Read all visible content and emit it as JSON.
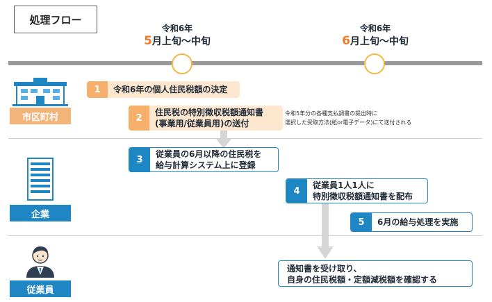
{
  "header": {
    "title": "処理フロー"
  },
  "timeline": [
    {
      "year": "令和6年",
      "month": "5",
      "period": "月上旬〜中旬"
    },
    {
      "year": "令和6年",
      "month": "6",
      "period": "月上旬〜中旬"
    }
  ],
  "actors": {
    "city": "市区町村",
    "company": "企業",
    "employee": "従業員"
  },
  "steps": [
    {
      "number": "1",
      "lines": [
        "令和6年の個人住民税額の決定"
      ]
    },
    {
      "number": "2",
      "lines": [
        "住民税の特別徴収税額通知書",
        "(事業用/従業員用)の送付"
      ]
    },
    {
      "number": "3",
      "lines": [
        "従業員の6月以降の住民税を",
        "給与計算システム上に登録"
      ]
    },
    {
      "number": "4",
      "lines": [
        "従業員1人1人に",
        "特別徴収税額通知書を配布"
      ]
    },
    {
      "number": "5",
      "lines": [
        "6月の給与処理を実施"
      ]
    }
  ],
  "note": {
    "lines": [
      "令和5年分の各種支払調書の提出時に",
      "選択した受取方法(紙or電子データ)にて送付される"
    ]
  },
  "employee_action": {
    "lines": [
      "通知書を受け取り、",
      "自身の住民税額・定額減税額を確認する"
    ]
  },
  "colors": {
    "orange_label": "#f3b47a",
    "orange_num": "#f7b06c",
    "orange_light": "#fde7cf",
    "blue": "#1f86c4",
    "month_accent": "#f07a28",
    "timeline": "#9a9a9a",
    "circle": "#f5b942"
  },
  "icons": [
    "city-hall-icon",
    "office-building-icon",
    "employee-person-icon",
    "down-arrow-icon"
  ]
}
